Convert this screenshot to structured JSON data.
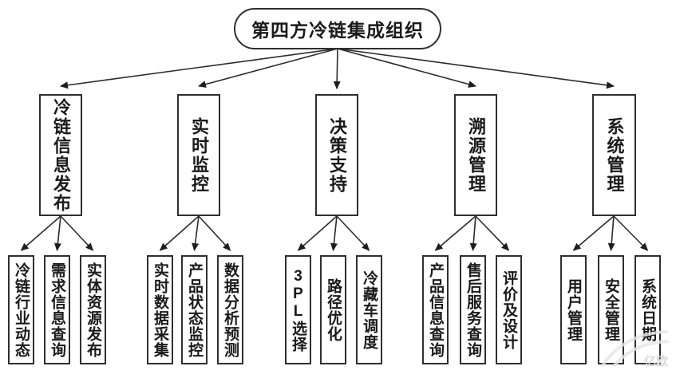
{
  "root": {
    "label": "第四方冷链集成组织"
  },
  "branches": [
    {
      "label": "冷链信息发布",
      "children": [
        "冷链行业动态",
        "需求信息查询",
        "实体资源发布"
      ]
    },
    {
      "label": "实时监控",
      "children": [
        "实时数据采集",
        "产品状态监控",
        "数据分析预测"
      ]
    },
    {
      "label": "决策支持",
      "children": [
        "3PL选择",
        "路径优化",
        "冷藏车调度"
      ]
    },
    {
      "label": "溯源管理",
      "children": [
        "产品信息查询",
        "售后服务查询",
        "评价及设计"
      ]
    },
    {
      "label": "系统管理",
      "children": [
        "用户管理",
        "安全管理",
        "系统日期"
      ]
    }
  ],
  "watermark": {
    "text": "亿欧"
  },
  "colors": {
    "line": "#2b2b2b",
    "border": "#2f2f2f",
    "text": "#1a1a1a",
    "background": "#ffffff",
    "watermark": "#d9d9d9"
  }
}
